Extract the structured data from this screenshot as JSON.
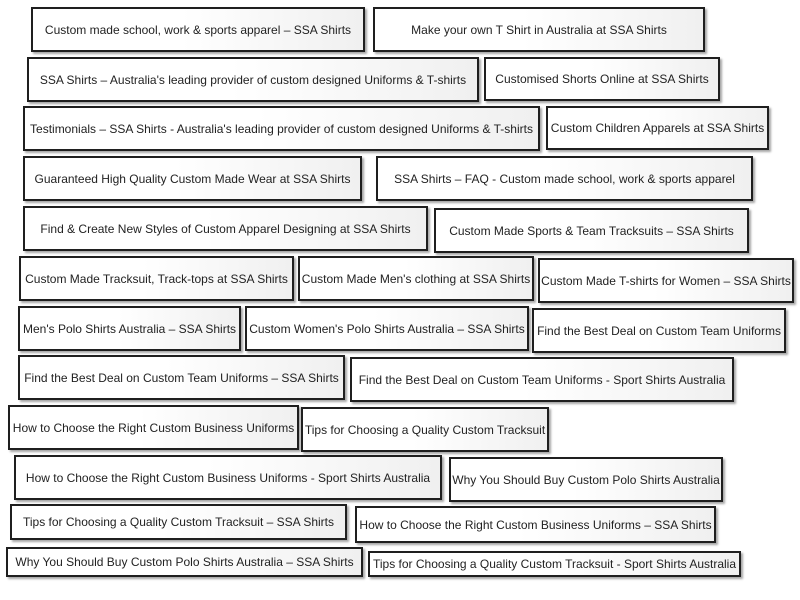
{
  "tags": [
    "Custom made school, work & sports apparel – SSA Shirts",
    "Make your own T Shirt in Australia at SSA Shirts",
    "SSA Shirts – Australia's leading provider of custom designed Uniforms & T-shirts",
    "Customised Shorts Online at SSA Shirts",
    "Testimonials – SSA Shirts - Australia's leading provider of custom designed Uniforms & T-shirts",
    "Custom Children Apparels at SSA Shirts",
    "Guaranteed High Quality Custom Made Wear at SSA Shirts",
    "SSA Shirts – FAQ - Custom made school, work & sports apparel",
    "Find & Create New Styles of Custom Apparel Designing at SSA Shirts",
    "Custom Made Sports & Team Tracksuits – SSA Shirts",
    "Custom Made Tracksuit, Track-tops at SSA Shirts",
    "Custom Made Men's clothing at SSA Shirts",
    "Custom Made T-shirts for Women – SSA Shirts",
    "Men's Polo Shirts Australia – SSA Shirts",
    "Custom Women's Polo Shirts Australia – SSA Shirts",
    "Find the Best Deal on Custom Team Uniforms",
    "Find the Best Deal on Custom Team Uniforms – SSA Shirts",
    "Find the Best Deal on Custom Team Uniforms - Sport Shirts Australia",
    "How to Choose the Right Custom Business Uniforms",
    "Tips for Choosing a Quality Custom Tracksuit",
    "How to Choose the Right Custom Business Uniforms - Sport Shirts Australia",
    "Why You Should Buy Custom Polo Shirts Australia",
    "Tips for Choosing a Quality Custom Tracksuit – SSA Shirts",
    "How to Choose the Right Custom Business Uniforms – SSA Shirts",
    "Why You Should Buy Custom Polo Shirts Australia – SSA Shirts",
    "Tips for Choosing a Quality Custom Tracksuit - Sport Shirts Australia"
  ]
}
